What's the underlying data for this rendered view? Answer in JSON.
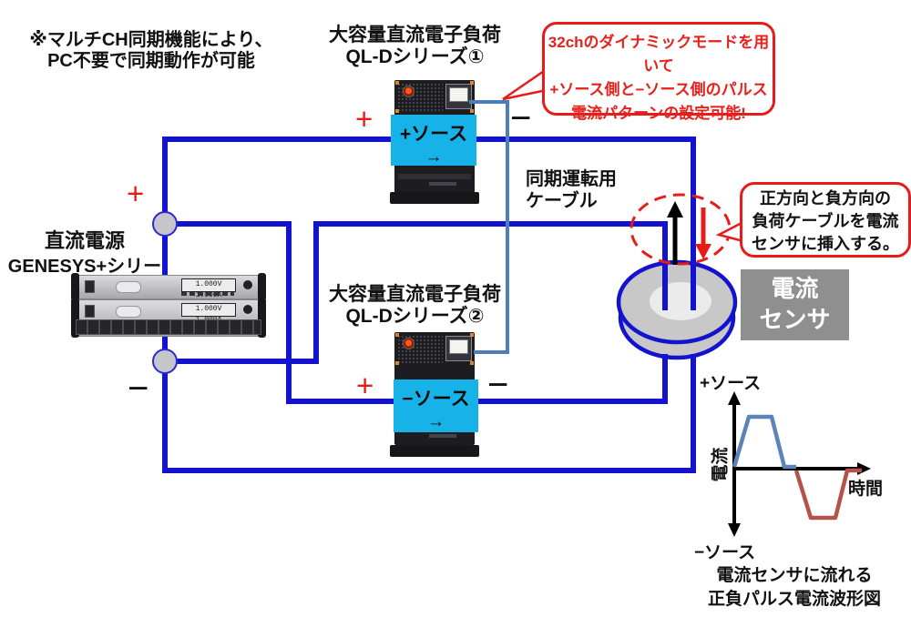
{
  "note": {
    "line1": "※マルチCH同期機能により、",
    "line2": "PC不要で同期動作が可能"
  },
  "psu": {
    "title_line1": "直流電源",
    "title_line2": "GENESYS+シリーズ",
    "display_text": "1.000V 1.000A"
  },
  "load1": {
    "title_line1": "大容量直流電子負荷",
    "title_line2": "QL-Dシリーズ①",
    "source_label": "+ソース",
    "source_arrow": "→"
  },
  "load2": {
    "title_line1": "大容量直流電子負荷",
    "title_line2": "QL-Dシリーズ②",
    "source_label": "−ソース",
    "source_arrow": "→"
  },
  "marks": {
    "plus": "+",
    "minus": "−"
  },
  "callout_dynamic": {
    "line1": "32chのダイナミックモードを用いて",
    "line2": "+ソース側と−ソース側のパルス",
    "line3": "電流パターンの設定可能!"
  },
  "callout_sensor": {
    "line1": "正方向と負方向の",
    "line2": "負荷ケーブルを電流",
    "line3": "センサに挿入する。"
  },
  "sync_cable": {
    "line1": "同期運転用",
    "line2": "ケーブル"
  },
  "current_sensor": {
    "line1": "電流",
    "line2": "センサ"
  },
  "waveform": {
    "plus_label": "+ソース",
    "minus_label": "−ソース",
    "y_axis": "電流",
    "x_axis": "時間",
    "caption_line1": "電流センサに流れる",
    "caption_line2": "正負パルス電流波形図"
  },
  "colors": {
    "wire": "#1313cf",
    "sync_cable": "#4d7dbd",
    "source_box": "#17b2e8",
    "accent_red": "#e81b1b",
    "sensor_box": "#8f8f8f",
    "torus": "#c8c8c8",
    "waveform_positive": "#5b84b8",
    "waveform_negative": "#b5524c"
  },
  "chart_data": {
    "type": "line",
    "title": "電流センサに流れる正負パルス電流波形図",
    "xlabel": "時間",
    "ylabel": "電流",
    "annotations": [
      "+ソース",
      "−ソース"
    ],
    "x_units": "arbitrary",
    "series": [
      {
        "name": "+ソース pulse",
        "color": "#5b84b8",
        "x": [
          0,
          1.1,
          2.8,
          3.7,
          4.6
        ],
        "y": [
          0,
          1,
          1,
          0,
          0
        ]
      },
      {
        "name": "−ソース pulse",
        "color": "#b5524c",
        "x": [
          4.6,
          5.7,
          7.5,
          8.4,
          9.5
        ],
        "y": [
          0,
          -1,
          -1,
          0,
          0
        ]
      }
    ],
    "ylim": [
      -1.5,
      1.5
    ],
    "grid": false,
    "legend": false
  }
}
